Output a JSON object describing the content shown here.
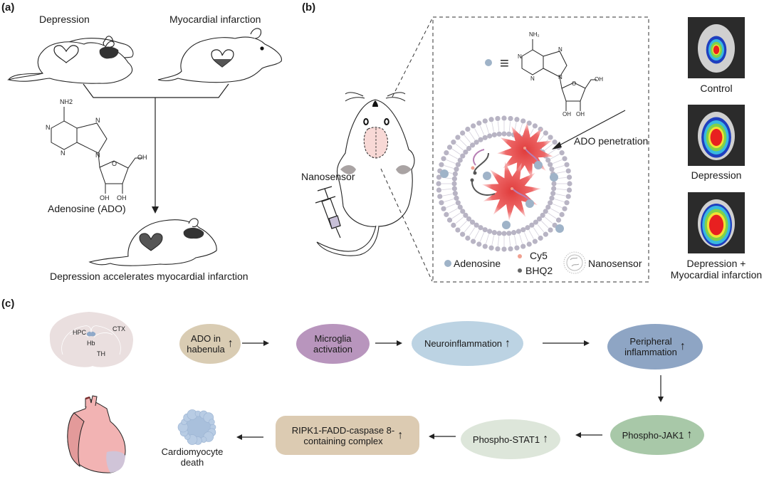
{
  "panel_a": {
    "label": "(a)",
    "mouse_left_caption": "Depression",
    "mouse_right_caption": "Myocardial infarction",
    "molecule": {
      "name": "Adenosine (ADO)",
      "atoms": {
        "nh2": "NH2",
        "n1": "N",
        "n3": "N",
        "n7": "N",
        "n9": "N",
        "o": "O",
        "oh5": "OH",
        "oh2": "OH",
        "oh3": "OH"
      }
    },
    "result_caption": "Depression accelerates myocardial infarction"
  },
  "panel_b": {
    "label": "(b)",
    "injection_label": "Nanosensor",
    "penetration_label": "ADO penetration",
    "equivalence_symbol": "≡",
    "legend": {
      "adenosine": "Adenosine",
      "cy5": "Cy5",
      "bhq2": "BHQ2",
      "nanosensor": "Nanosensor"
    },
    "colors": {
      "adenosine": "#9fb3c8",
      "cy5": "#f0a090",
      "bhq2": "#666666",
      "lipid": "#b8b4c4",
      "signal": "#e84848"
    },
    "images": [
      {
        "caption": "Control",
        "signal_level": "low"
      },
      {
        "caption": "Depression",
        "signal_level": "medium"
      },
      {
        "caption": "Depression + Myocardial infarction",
        "caption_line1": "Depression +",
        "caption_line2": "Myocardial infarction",
        "signal_level": "high"
      }
    ]
  },
  "panel_c": {
    "label": "(c)",
    "brain_regions": {
      "hpc": "HPC",
      "ctx": "CTX",
      "hb": "Hb",
      "th": "TH"
    },
    "up_arrow": "↑",
    "nodes": [
      {
        "id": "ado",
        "line1": "ADO in",
        "line2": "habenula",
        "color": "#d9ccb3",
        "increase": true
      },
      {
        "id": "microglia",
        "line1": "Microglia",
        "line2": "activation",
        "color": "#b895bd",
        "increase": false
      },
      {
        "id": "neuro",
        "line1": "Neuroinflammation",
        "line2": "",
        "color": "#bcd3e3",
        "increase": true
      },
      {
        "id": "peripheral",
        "line1": "Peripheral",
        "line2": "inflammation",
        "color": "#8ea5c4",
        "increase": true
      },
      {
        "id": "jak1",
        "line1": "Phospho-JAK1",
        "line2": "",
        "color": "#a8c8a8",
        "increase": true
      },
      {
        "id": "stat1",
        "line1": "Phospho-STAT1",
        "line2": "",
        "color": "#dde6da",
        "increase": true
      },
      {
        "id": "ripk1",
        "line1": "RIPK1-FADD-caspase 8-",
        "line2": "containing complex",
        "color": "#dccbb2",
        "increase": true
      }
    ],
    "death_caption_line1": "Cardiomyocyte",
    "death_caption_line2": "death",
    "colors": {
      "brain": "#eadfdf",
      "hb": "#8fa9c9",
      "heart": "#f2b3b3",
      "heart_dark": "#e39a9a",
      "infarct": "#d0c4d8",
      "cell": "#a9c0dc"
    }
  }
}
